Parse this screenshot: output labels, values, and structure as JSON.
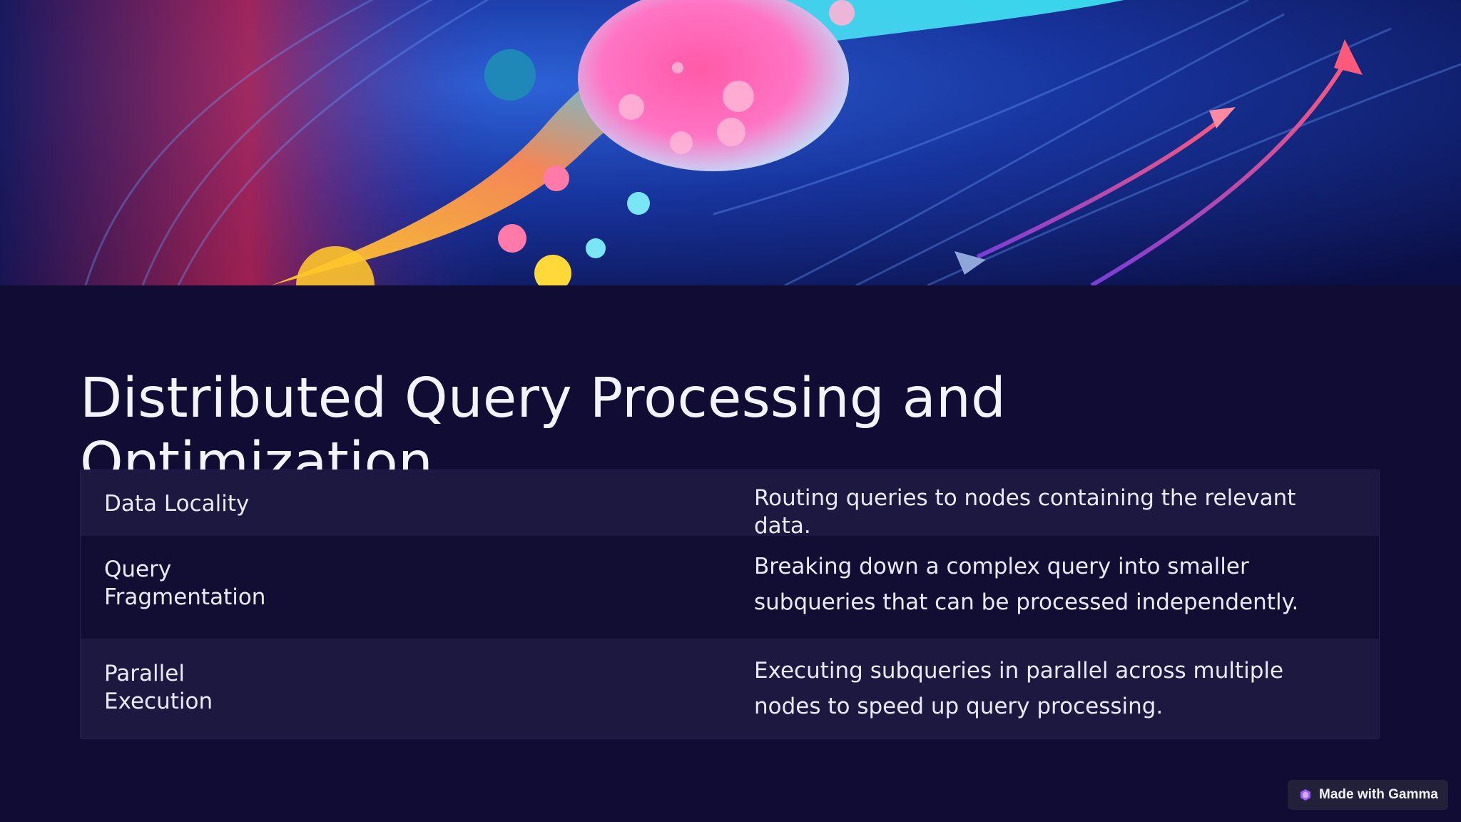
{
  "slide": {
    "title": "Distributed Query Processing and Optimization"
  },
  "table": {
    "rows": [
      {
        "term": "Data Locality",
        "description": "Routing queries to nodes containing the relevant data."
      },
      {
        "term": "Query Fragmentation",
        "description": "Breaking down a complex query into smaller subqueries  that can be processed independently."
      },
      {
        "term": "Parallel Execution",
        "description": "Executing subqueries in parallel across multiple nodes to  speed up query processing."
      }
    ]
  },
  "badge": {
    "label": "Made with Gamma",
    "icon": "gamma-logo-icon"
  },
  "colors": {
    "background": "#100c34",
    "row_alt": "#1c1840",
    "text": "#ebe8fb"
  }
}
